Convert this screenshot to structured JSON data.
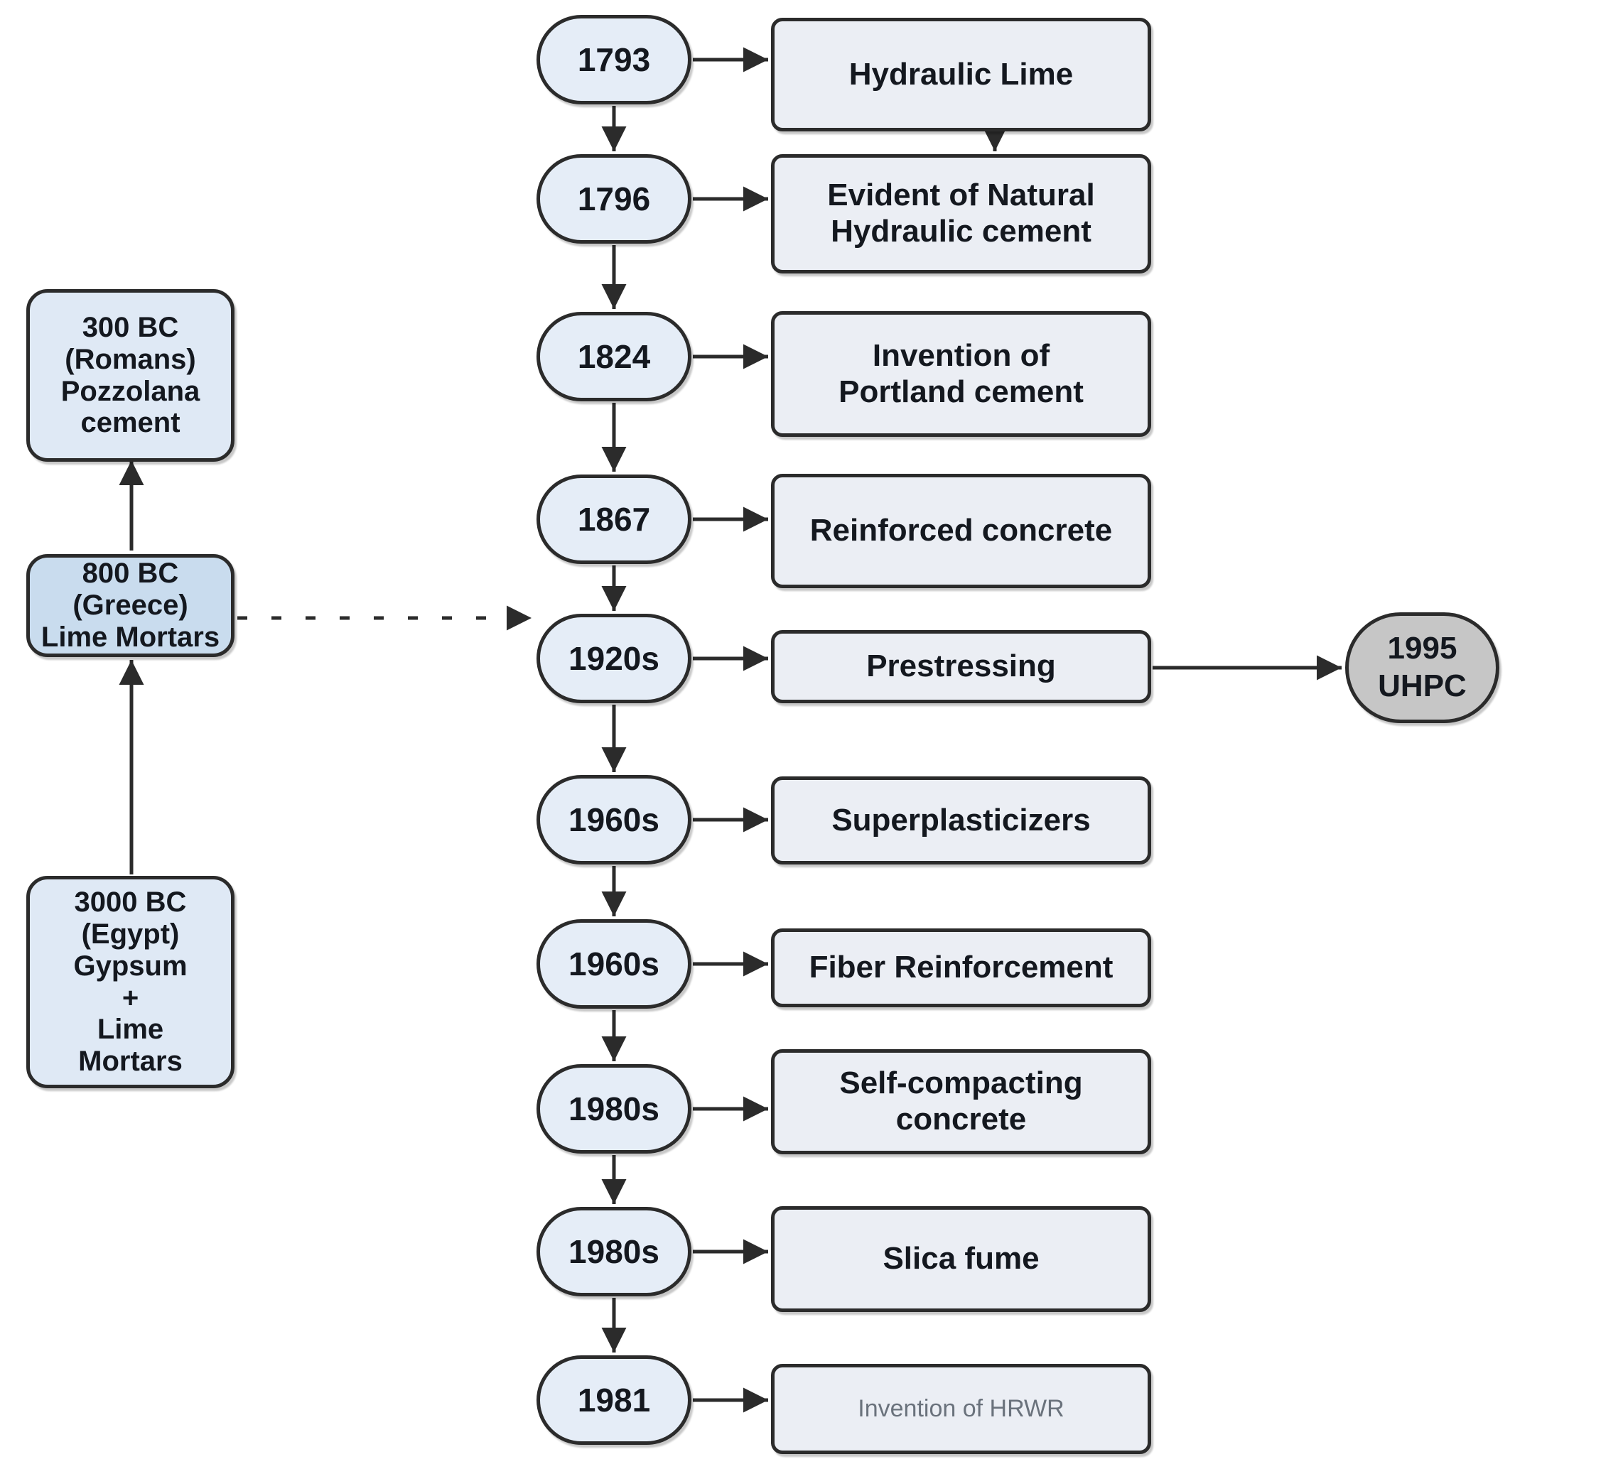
{
  "colors": {
    "background": "#ffffff",
    "oval-fill": "#e5edf7",
    "event-fill": "#ebeef4",
    "ancient-fill": "#dfe9f5",
    "highlight-fill": "#c9dcee",
    "uhpc-fill": "#c6c6c6",
    "stroke": "#2b2b2b",
    "text": "#14181f",
    "muted-text": "#6a727c"
  },
  "ancient": [
    {
      "label": "300 BC\n(Romans)\nPozzolana\ncement"
    },
    {
      "label": "800 BC\n(Greece)\nLime Mortars"
    },
    {
      "label": "3000 BC\n(Egypt)\nGypsum\n+\nLime\nMortars"
    }
  ],
  "timeline": [
    {
      "year": "1793",
      "event": "Hydraulic Lime"
    },
    {
      "year": "1796",
      "event": "Evident of Natural\nHydraulic cement"
    },
    {
      "year": "1824",
      "event": "Invention of\nPortland cement"
    },
    {
      "year": "1867",
      "event": "Reinforced concrete"
    },
    {
      "year": "1920s",
      "event": "Prestressing"
    },
    {
      "year": "1960s",
      "event": "Superplasticizers"
    },
    {
      "year": "1960s",
      "event": "Fiber Reinforcement"
    },
    {
      "year": "1980s",
      "event": "Self-compacting\nconcrete"
    },
    {
      "year": "1980s",
      "event": "Slica fume"
    },
    {
      "year": "1981",
      "event": "Invention of HRWR"
    }
  ],
  "result": {
    "label": "1995\nUHPC"
  }
}
